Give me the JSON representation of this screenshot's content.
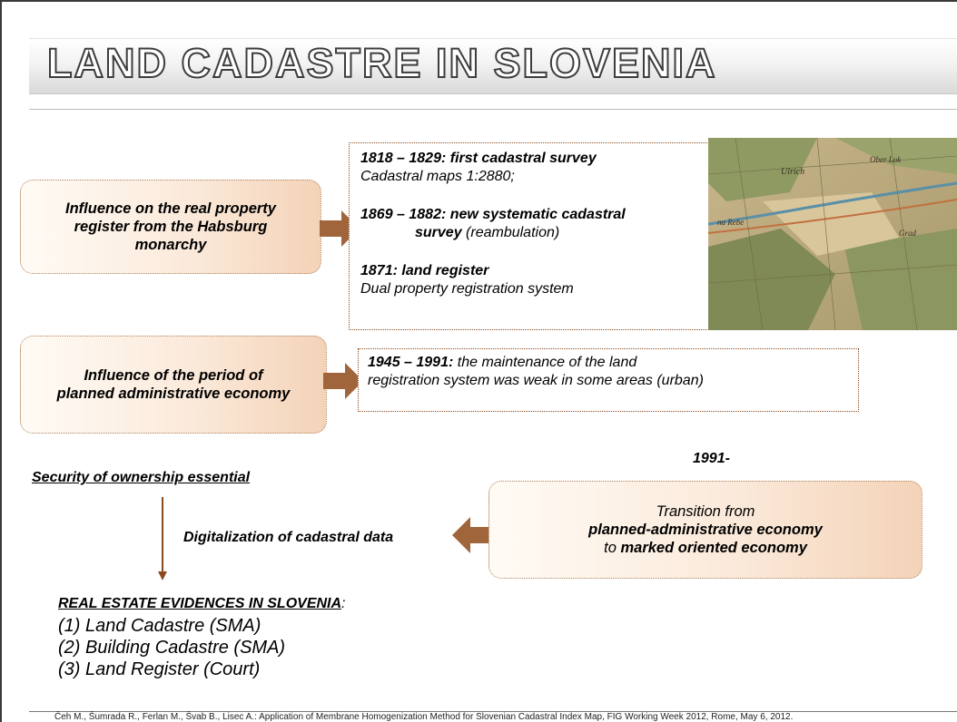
{
  "title": "LAND CADASTRE IN SLOVENIA",
  "box_habsburg": "Influence on the real property register from the Habsburg monarchy",
  "history": {
    "l1_bold": "1818 – 1829: first cadastral survey",
    "l1_sub": "Cadastral maps 1:2880;",
    "l2_bold": "1869 – 1882: new systematic cadastral",
    "l2_bold2": "survey",
    "l2_tail": " (reambulation)",
    "l3_bold": "1871: land register",
    "l3_sub": "Dual property registration system"
  },
  "map_labels": {
    "a": "Ober Lok",
    "b": "Ulrich",
    "c": "Grad",
    "d": "na Rebe"
  },
  "box_planned": "Influence of the period of planned administrative economy",
  "period": {
    "bold": "1945 – 1991:",
    "text1": " the maintenance of the land",
    "text2": "registration system was weak in some areas (urban)"
  },
  "year_1991": "1991-",
  "security": "Security of ownership essential",
  "digitalization": "Digitalization of cadastral data",
  "transition": {
    "line1": "Transition from",
    "line2": "planned-administrative economy",
    "line3_prefix": "to ",
    "line3_bold": "marked oriented economy"
  },
  "evidences": {
    "heading": "REAL ESTATE EVIDENCES IN SLOVENIA",
    "colon": ":",
    "items": [
      "(1) Land Cadastre (SMA)",
      "(2) Building Cadastre (SMA)",
      "(3) Land Register (Court)"
    ]
  },
  "footer": "Čeh M., Šumrada R., Ferlan M., Švab B., Lisec A.: Application of Membrane Homogenization Method for Slovenian Cadastral Index Map, FIG Working Week 2012, Rome, May 6, 2012.",
  "colors": {
    "arrow": "#a0653a",
    "box_border": "#b08562"
  }
}
